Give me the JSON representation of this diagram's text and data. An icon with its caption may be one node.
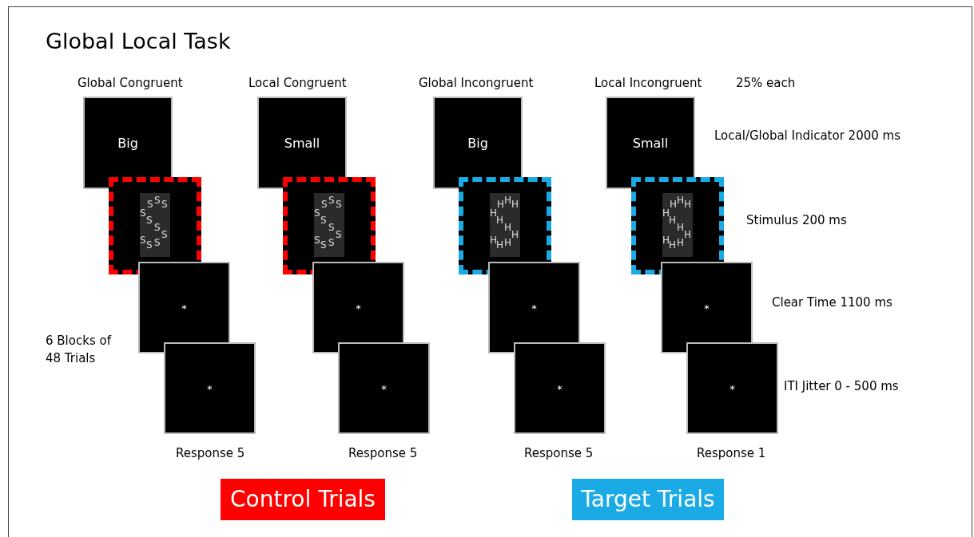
{
  "diagram": {
    "title": "Global Local Task",
    "nodes": [
      {
        "text": [
          "Big"
        ]
      },
      {
        "text": [
          "S",
          "S",
          "S",
          "S",
          "S",
          "S",
          "S",
          "S",
          "S",
          "S"
        ]
      },
      {
        "text": [
          "*"
        ]
      },
      {
        "text": [
          "*"
        ]
      },
      {
        "text": [
          "Small"
        ]
      },
      {
        "text": [
          "S",
          "S",
          "S",
          "S",
          "S",
          "S",
          "S",
          "S",
          "S",
          "S"
        ]
      },
      {
        "text": [
          "*"
        ]
      },
      {
        "text": [
          "*"
        ]
      },
      {
        "text": [
          "Big"
        ]
      },
      {
        "text": [
          "H",
          "H",
          "H",
          "H",
          "H",
          "H",
          "H",
          "H",
          "H",
          "H"
        ]
      },
      {
        "text": [
          "*"
        ]
      },
      {
        "text": [
          "*"
        ]
      },
      {
        "text": [
          "Small"
        ]
      },
      {
        "text": [
          "H",
          "H",
          "H",
          "H",
          "H",
          "H",
          "H",
          "H",
          "H",
          "H"
        ]
      },
      {
        "text": [
          "*"
        ]
      },
      {
        "text": [
          "*"
        ]
      }
    ],
    "labels": [
      "Global Congruent",
      "Local Congruent",
      "Global Incongruent",
      "Local Incongruent",
      "25% each",
      "Local/Global Indicator 2000 ms",
      "Stimulus 200 ms",
      "Clear Time 1100 ms",
      "6 Blocks of 48 Trials",
      "ITI Jitter 0 - 500 ms",
      "Response 5",
      "Response 5",
      "Response 5",
      "Response 1"
    ],
    "legend": [
      {
        "text": "Control Trials",
        "color": "#ff0000"
      },
      {
        "text": "Target Trials",
        "color": "#1aabe6"
      }
    ]
  }
}
